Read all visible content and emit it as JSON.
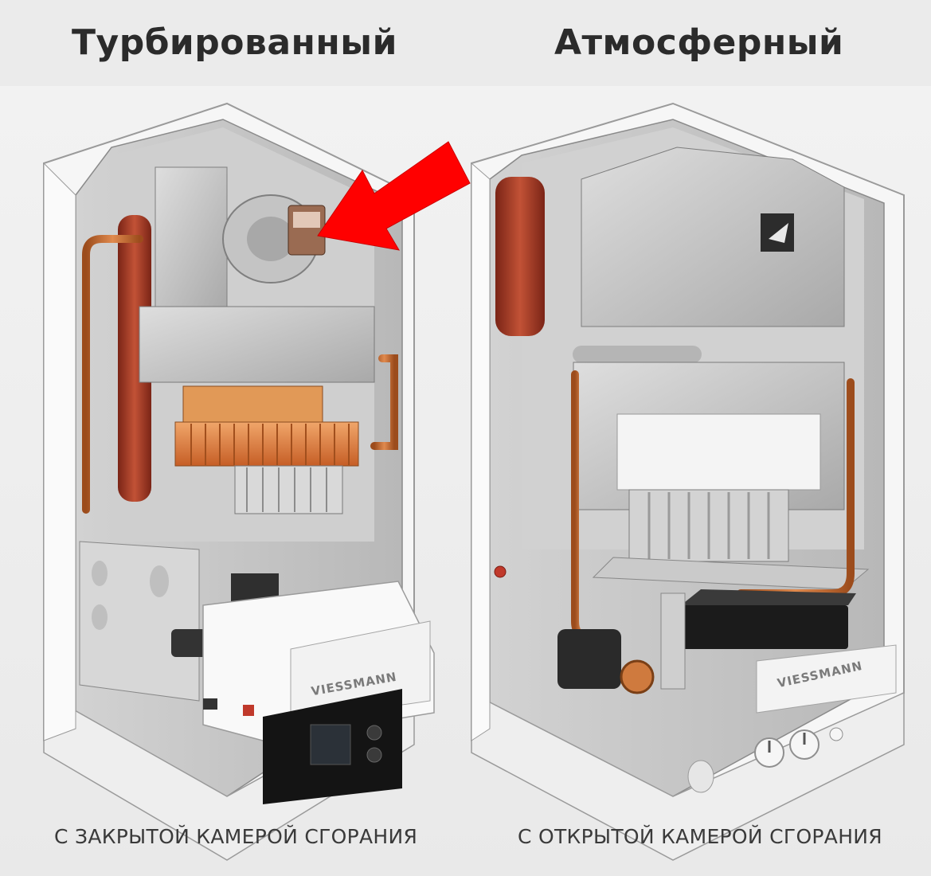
{
  "header": {
    "left_title": "Турбированный",
    "right_title": "Атмосферный"
  },
  "captions": {
    "left": "С ЗАКРЫТОЙ КАМЕРОЙ СГОРАНИЯ",
    "right": "С ОТКРЫТОЙ КАМЕРОЙ СГОРАНИЯ"
  },
  "brand": {
    "left": "VIESSMANN",
    "right": "VIESSMANN"
  },
  "colors": {
    "arrow": "#ff0000",
    "copper": "#c66a2e",
    "heat_exchanger": "#e07a3e",
    "expansion_tank": "#b5402a",
    "casing": "#f7f7f7",
    "metal": "#c7c7c7"
  }
}
